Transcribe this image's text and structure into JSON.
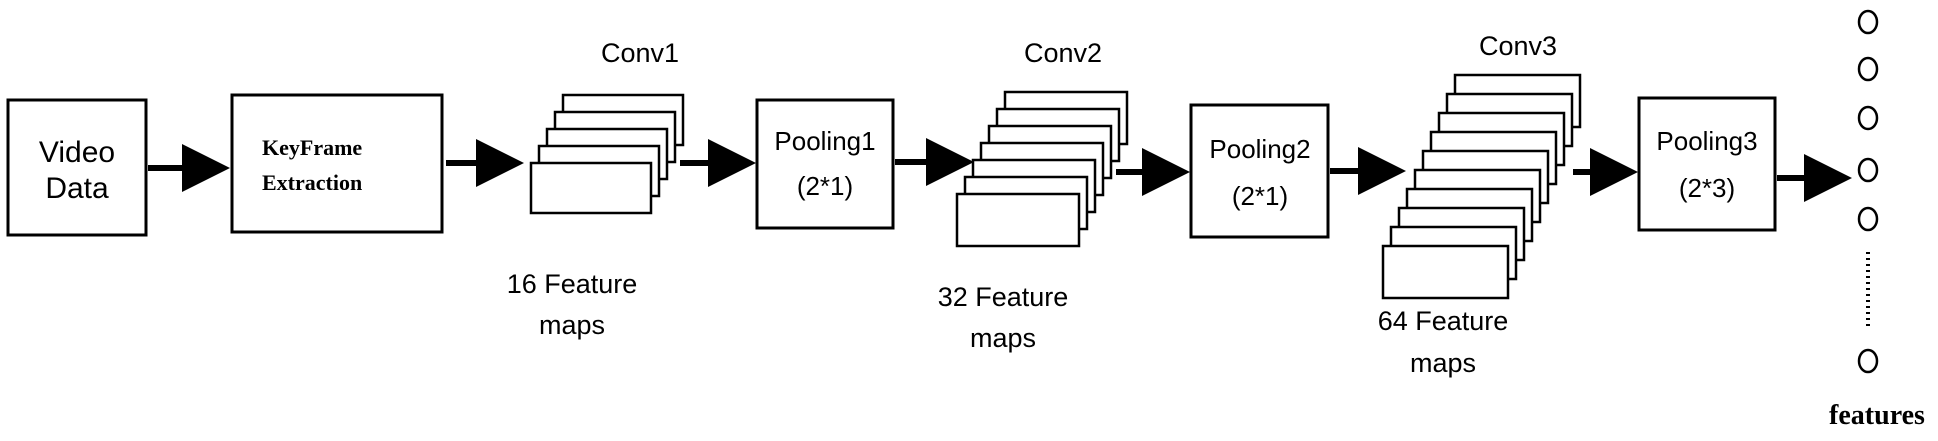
{
  "boxes": {
    "video_data": {
      "line1": "Video",
      "line2": "Data"
    },
    "keyframe": {
      "line1": "KeyFrame",
      "line2": "Extraction"
    },
    "pooling1": {
      "line1": "Pooling1",
      "line2": "(2*1)"
    },
    "pooling2": {
      "line1": "Pooling2",
      "line2": "(2*1)"
    },
    "pooling3": {
      "line1": "Pooling3",
      "line2": "(2*3)"
    }
  },
  "conv": {
    "conv1": {
      "title": "Conv1",
      "caption1": "16 Feature",
      "caption2": "maps"
    },
    "conv2": {
      "title": "Conv2",
      "caption1": "32 Feature",
      "caption2": "maps"
    },
    "conv3": {
      "title": "Conv3",
      "caption1": "64 Feature",
      "caption2": "maps"
    }
  },
  "output": {
    "label": "features"
  },
  "colors": {
    "stroke": "#000000",
    "background": "#ffffff"
  }
}
